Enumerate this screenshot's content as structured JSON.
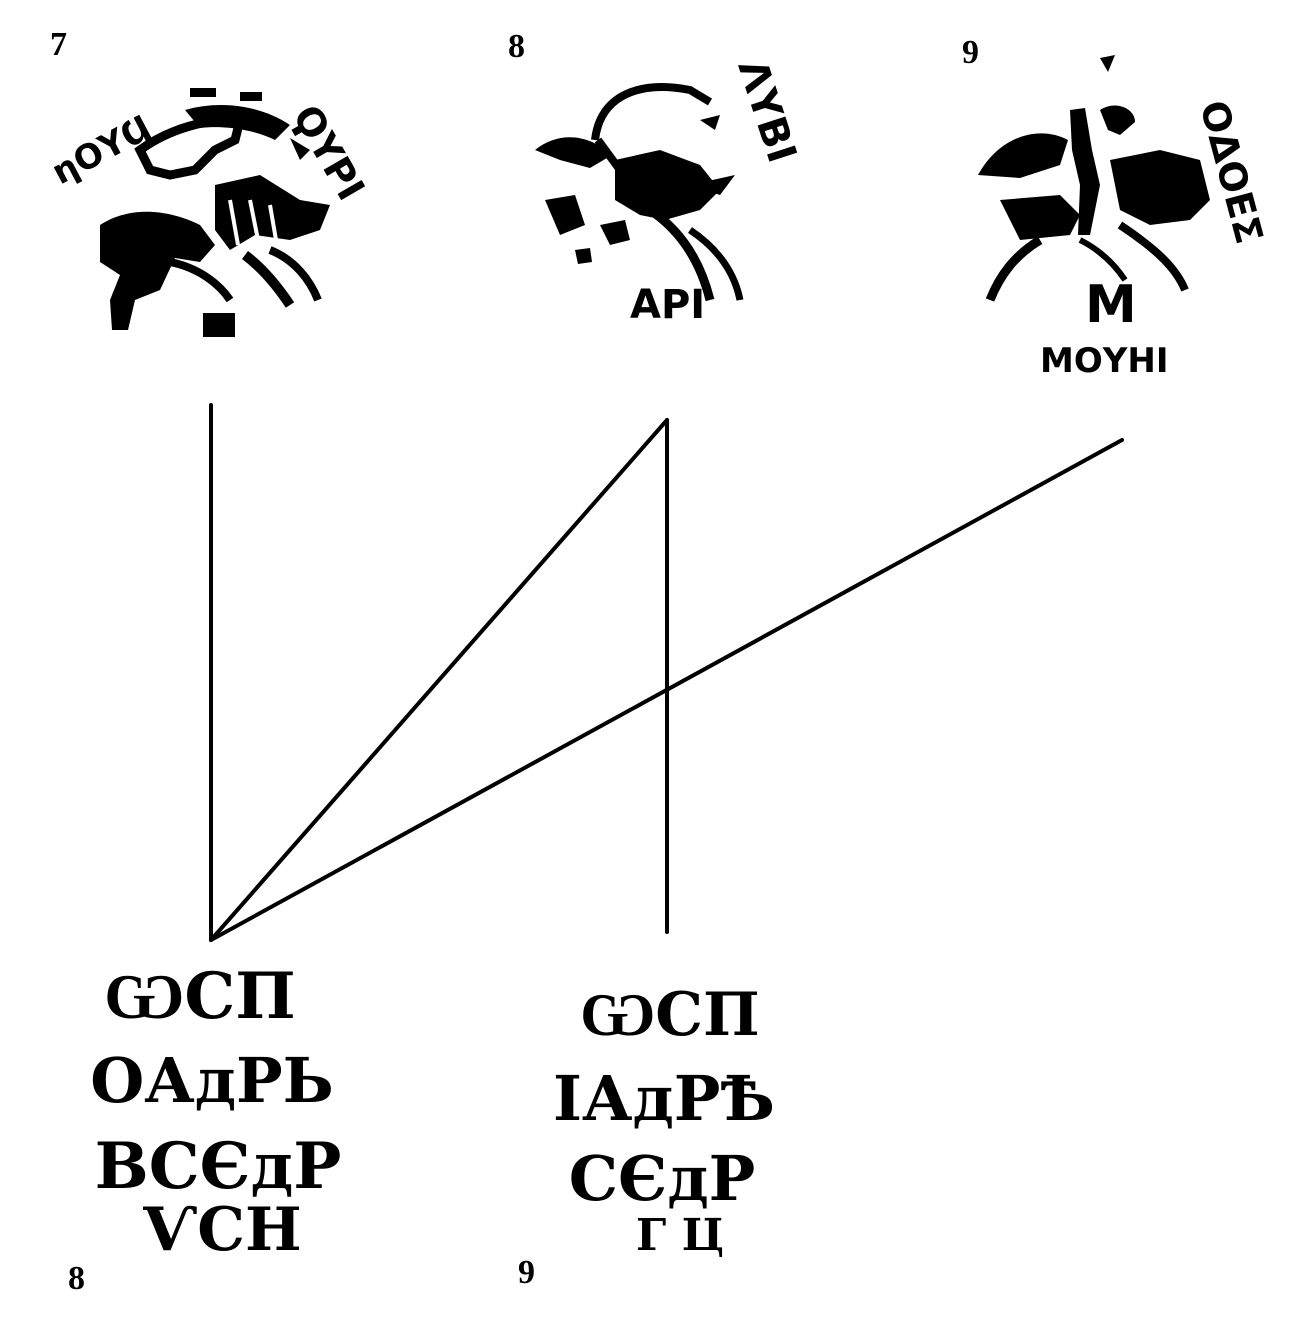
{
  "obverse_labels": [
    "7",
    "8",
    "9"
  ],
  "reverse_labels": [
    "8",
    "9"
  ],
  "obverse_legends": {
    "coin_7": {
      "left": "ηΟΥϤ",
      "right": "ϘΥΡΙ"
    },
    "coin_8": {
      "right": "ΛΥΒΙ",
      "bottom": "ΑΡΙ"
    },
    "coin_9": {
      "right": "ΟΔΟΕΣ",
      "bottom": "ΜΟΥΗΙ"
    }
  },
  "reverse_legends": {
    "coin_8": [
      "ѠСП",
      "ОАдРЬ",
      "ВСЄдР",
      "ѴСН"
    ],
    "coin_9": [
      "ѠСП",
      "ІАдРѢ",
      "СЄдР",
      "Г Ц"
    ]
  },
  "connections": [
    {
      "from": "obverse-7",
      "to": "reverse-8"
    },
    {
      "from": "obverse-8",
      "to": "reverse-8"
    },
    {
      "from": "obverse-8",
      "to": "reverse-9"
    },
    {
      "from": "obverse-9",
      "to": "reverse-8"
    }
  ],
  "colors": {
    "ink": "#000000",
    "paper": "#ffffff"
  }
}
